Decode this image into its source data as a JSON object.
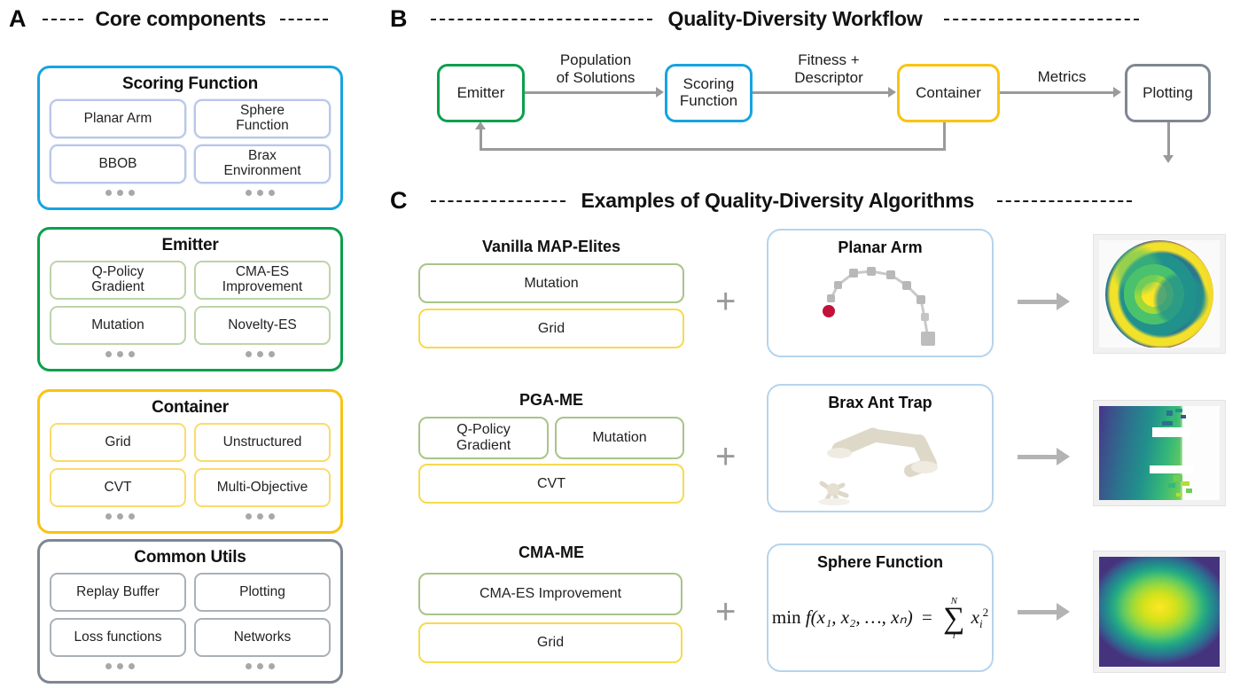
{
  "panels": {
    "a": {
      "letter": "A",
      "title": "Core components"
    },
    "b": {
      "letter": "B",
      "title": "Quality-Diversity Workflow"
    },
    "c": {
      "letter": "C",
      "title": "Examples of Quality-Diversity Algorithms"
    }
  },
  "colors": {
    "scoring_function": "#17a3e0",
    "emitter": "#0ba04c",
    "container": "#f9c313",
    "common_utils": "#7e8792",
    "arrow": "#9a9a9a",
    "big_arrow": "#b3b3b3",
    "demo_border": "#b6d4ec"
  },
  "core_components": [
    {
      "title": "Scoring Function",
      "accent": "acc-blue",
      "chips": [
        "Planar Arm",
        "Sphere\nFunction",
        "BBOB",
        "Brax\nEnvironment"
      ]
    },
    {
      "title": "Emitter",
      "accent": "acc-green",
      "chips": [
        "Q-Policy\nGradient",
        "CMA-ES\nImprovement",
        "Mutation",
        "Novelty-ES"
      ]
    },
    {
      "title": "Container",
      "accent": "acc-yellow",
      "chips": [
        "Grid",
        "Unstructured",
        "CVT",
        "Multi-Objective"
      ]
    },
    {
      "title": "Common Utils",
      "accent": "acc-gray",
      "chips": [
        "Replay Buffer",
        "Plotting",
        "Loss functions",
        "Networks"
      ]
    }
  ],
  "workflow": {
    "nodes": [
      {
        "label": "Emitter",
        "accent": "n-green"
      },
      {
        "label": "Scoring\nFunction",
        "accent": "n-blue"
      },
      {
        "label": "Container",
        "accent": "n-yellow"
      },
      {
        "label": "Plotting",
        "accent": "n-gray"
      }
    ],
    "edge_labels": [
      "Population\nof Solutions",
      "Fitness +\nDescriptor",
      "Metrics"
    ]
  },
  "algorithms": [
    {
      "name": "Vanilla MAP-Elites",
      "emitter_boxes": [
        "Mutation"
      ],
      "container_box": "Grid",
      "plus": "+",
      "demo_title": "Planar Arm",
      "demo_kind": "planar-arm",
      "result_kind": "archive-circle"
    },
    {
      "name": "PGA-ME",
      "emitter_boxes": [
        "Q-Policy\nGradient",
        "Mutation"
      ],
      "container_box": "CVT",
      "plus": "+",
      "demo_title": "Brax Ant Trap",
      "demo_kind": "brax-ant",
      "result_kind": "archive-trap"
    },
    {
      "name": "CMA-ME",
      "emitter_boxes": [
        "CMA-ES Improvement"
      ],
      "container_box": "Grid",
      "plus": "+",
      "demo_title": "Sphere Function",
      "demo_kind": "formula",
      "result_kind": "archive-sphere",
      "formula": {
        "min": "min",
        "f": "f",
        "args": "(x₁, x₂, …, xₙ)",
        "equals": "=",
        "sum_upper": "N",
        "sum_symbol": "∑",
        "sum_lower": "i",
        "term": "x"
      }
    }
  ]
}
